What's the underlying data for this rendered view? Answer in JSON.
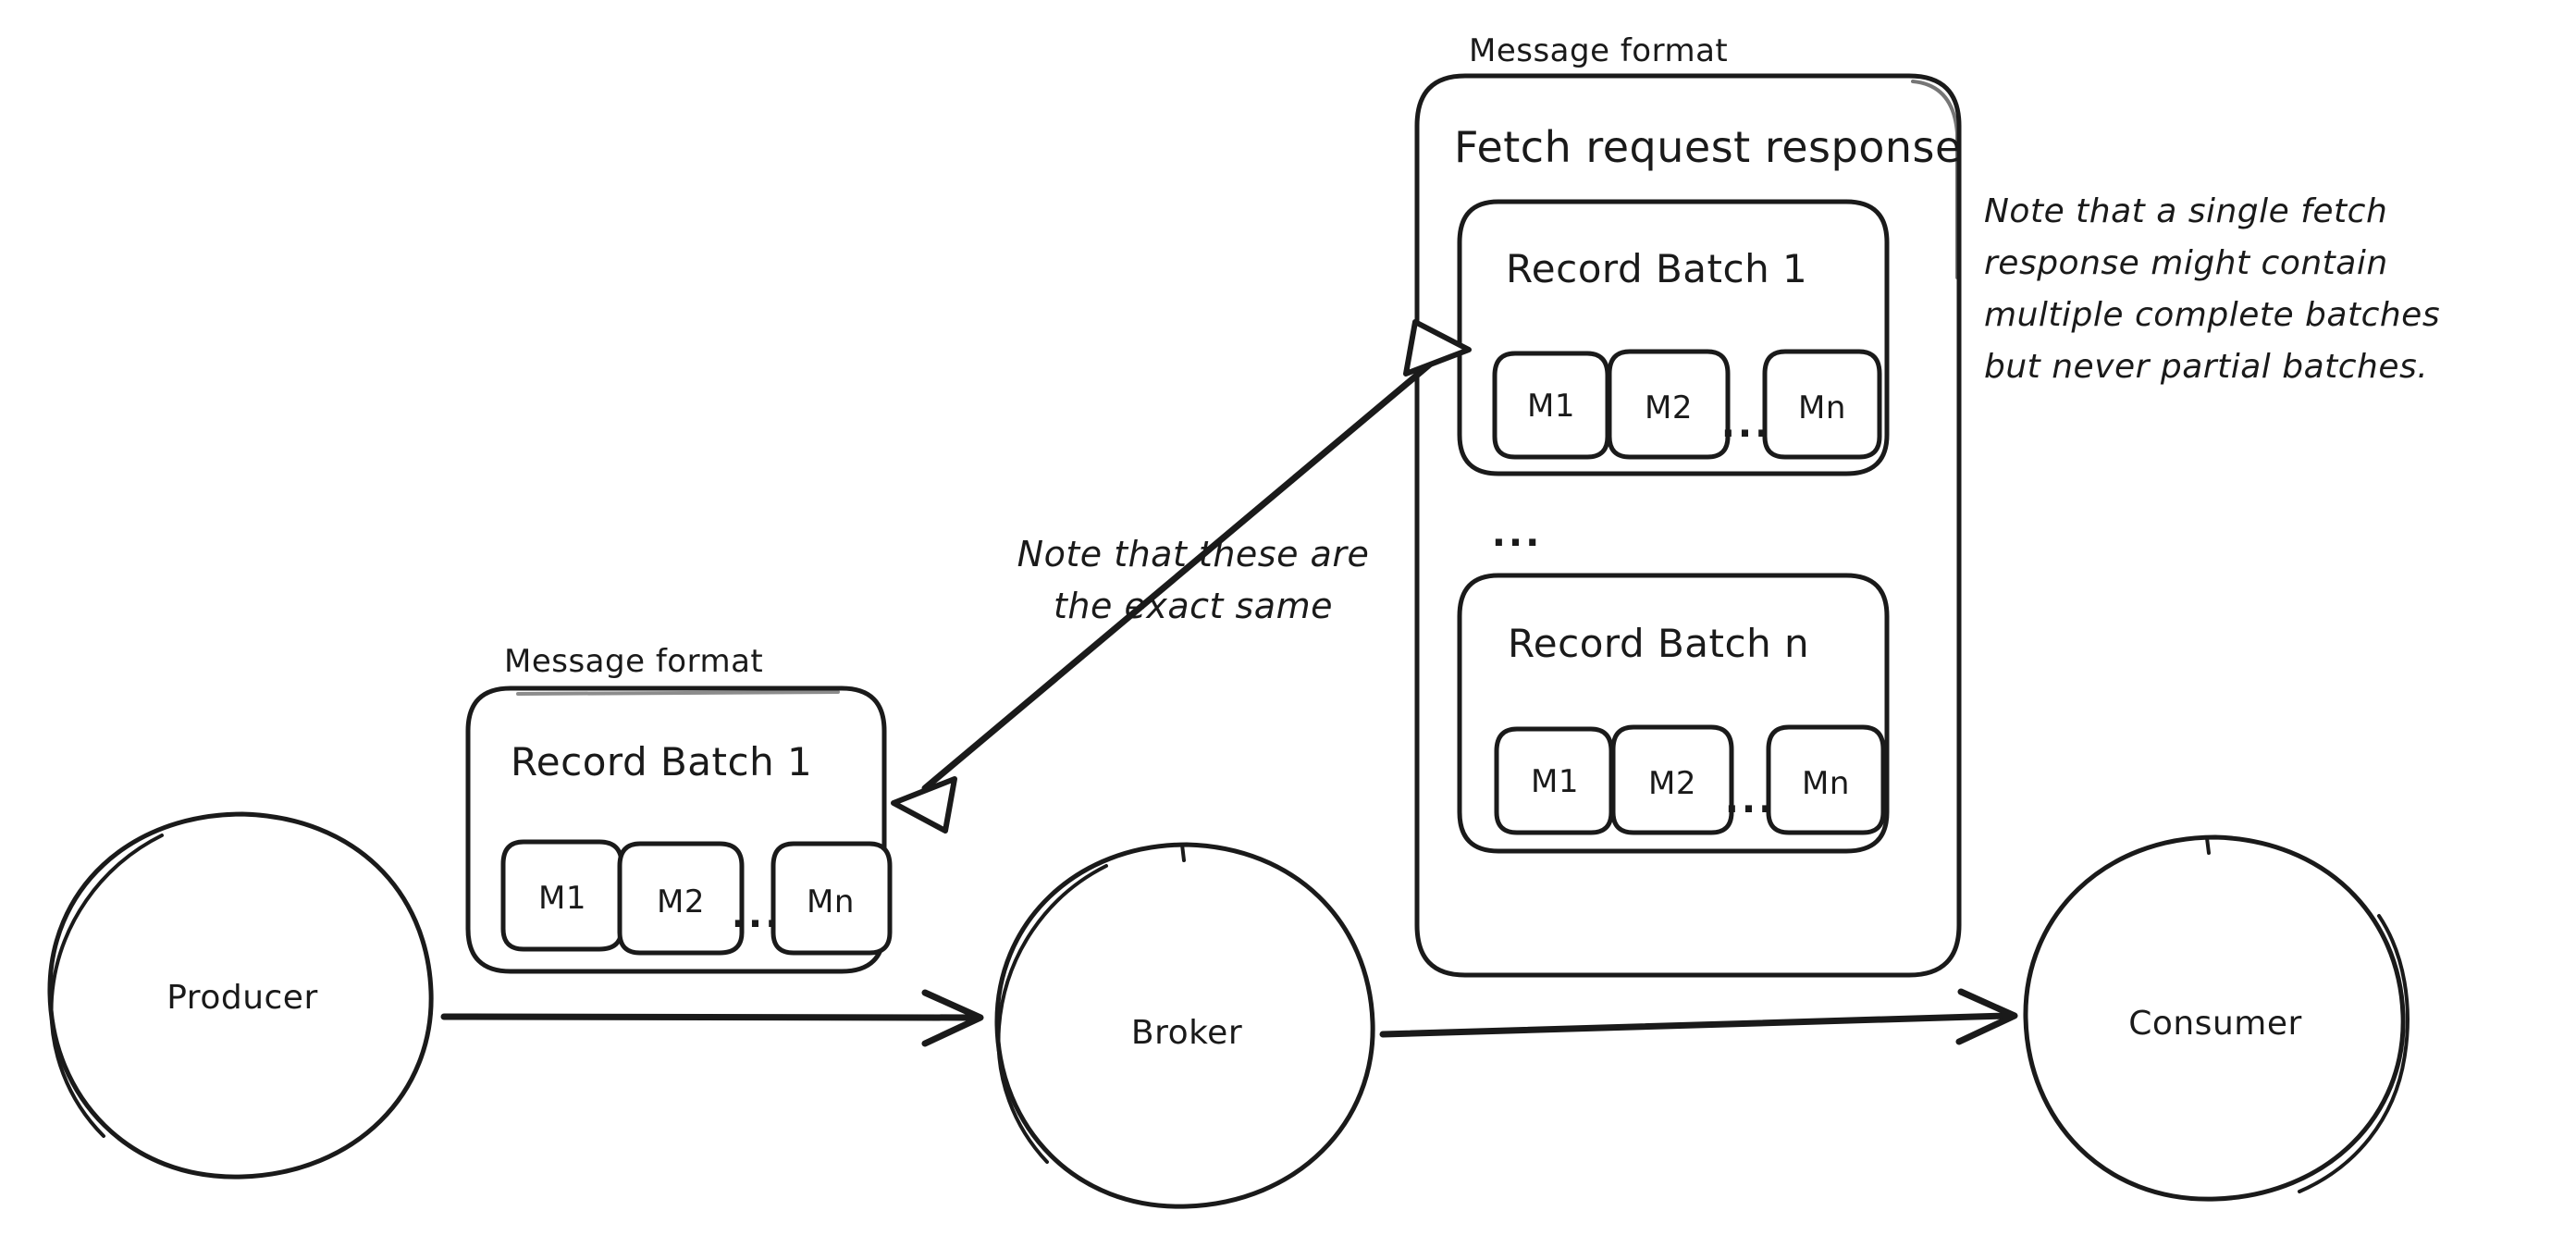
{
  "diagram": {
    "title_producer_side": "Message format",
    "title_broker_side": "Message format"
  },
  "nodes": {
    "producer": "Producer",
    "broker": "Broker",
    "consumer": "Consumer"
  },
  "producer_message_format": {
    "label": "Message format",
    "batch_title": "Record Batch 1",
    "messages": [
      "M1",
      "M2",
      "Mn"
    ],
    "ellipsis": "..."
  },
  "fetch_response": {
    "label": "Message format",
    "title": "Fetch request response",
    "batches": [
      {
        "title": "Record Batch 1",
        "messages": [
          "M1",
          "M2",
          "Mn"
        ],
        "ellipsis": "..."
      },
      {
        "title": "Record Batch n",
        "messages": [
          "M1",
          "M2",
          "Mn"
        ],
        "ellipsis": "..."
      }
    ],
    "between_batches_ellipsis": "..."
  },
  "annotations": {
    "exact_same": {
      "line1": "Note that these are",
      "line2": "the exact same"
    },
    "fetch_note": {
      "line1": "Note that a single fetch",
      "line2": "response might contain",
      "line3": "multiple complete batches",
      "line4": "but never partial batches."
    }
  },
  "colors": {
    "ink": "#1a1a1a",
    "background": "#ffffff"
  }
}
